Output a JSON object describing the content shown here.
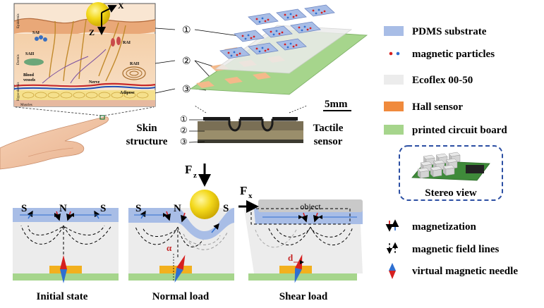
{
  "skin": {
    "layers": [
      "Epidermis",
      "Dermis",
      "Hypo-dermis",
      "Muscles"
    ],
    "labels": {
      "sai": "SAI",
      "saii": "SAII",
      "rai": "RAI",
      "raii": "RAII",
      "blood": "Blood",
      "vessels": "vessels",
      "nerve": "Nerve",
      "adipose": "Adipose"
    },
    "axis_x": "X",
    "axis_z": "Z",
    "caption_1": "Skin",
    "caption_2": "structure"
  },
  "sensor": {
    "markers": [
      "①",
      "②",
      "③"
    ],
    "scale": "5mm",
    "caption_1": "Tactile",
    "caption_2": "sensor"
  },
  "legend": [
    {
      "label": "PDMS substrate",
      "color": "#a8bde6"
    },
    {
      "label": "magnetic particles",
      "color": "#d62020"
    },
    {
      "label": "Ecoflex 00-50",
      "color": "#ececec"
    },
    {
      "label": "Hall sensor",
      "color": "#f08a3c"
    },
    {
      "label": "printed circuit board",
      "color": "#a6d58c"
    }
  ],
  "stereo": {
    "label": "Stereo view"
  },
  "states": {
    "initial": {
      "caption": "Initial state",
      "poles": [
        "S",
        "N",
        "S"
      ]
    },
    "normal": {
      "caption": "Normal load",
      "poles": [
        "S",
        "N",
        "S"
      ],
      "force": "F",
      "force_sub": "z",
      "angle": "α"
    },
    "shear": {
      "caption": "Shear load",
      "force": "F",
      "force_sub": "x",
      "object": "object",
      "disp": "d"
    }
  },
  "legend2": [
    {
      "label": "magnetization"
    },
    {
      "label": "magnetic field lines"
    },
    {
      "label": "virtual magnetic needle"
    }
  ]
}
